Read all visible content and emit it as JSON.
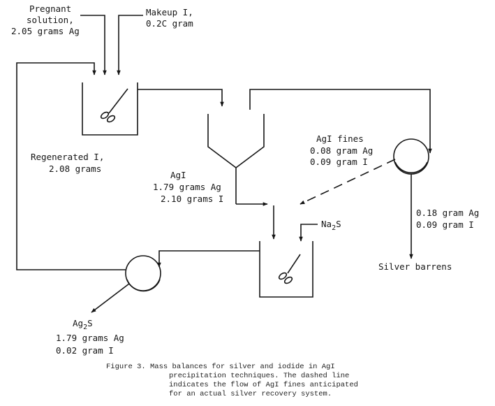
{
  "labels": {
    "pregnant": [
      "Pregnant",
      "solution,",
      "2.05 grams Ag"
    ],
    "makeup": [
      "Makeup I,",
      "0.2C gram"
    ],
    "regenerated": [
      "Regenerated I,",
      "2.08 grams"
    ],
    "agi_fines": [
      "AgI fines",
      "0.08 gram Ag",
      "0.09 gram I"
    ],
    "agi": [
      "AgI",
      "1.79 grams Ag",
      "2.10 grams I"
    ],
    "na2s_base": "Na",
    "na2s_sub": "2",
    "na2s_end": "S",
    "barren_values": [
      "0.18 gram Ag",
      "0.09 gram I"
    ],
    "silver_barrens": "Silver barrens",
    "ag2s_base": "Ag",
    "ag2s_sub": "2",
    "ag2s_end": "S",
    "ag2s_values": [
      "1.79 grams Ag",
      "0.02 gram I"
    ]
  },
  "caption": [
    "Figure 3.  Mass balances for silver and iodide in AgI",
    "precipitation techniques.  The dashed line",
    "indicates the flow of AgI fines anticipated",
    "for an actual silver recovery system."
  ]
}
